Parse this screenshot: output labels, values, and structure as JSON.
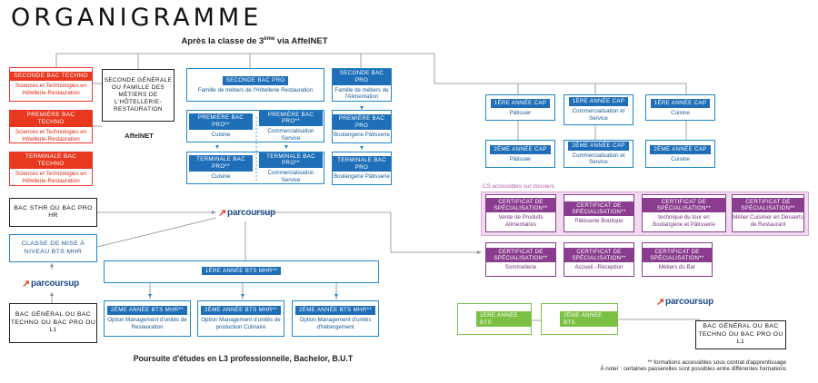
{
  "title": "ORGANIGRAMME",
  "top_heading": "Après la classe de 3ème via AffelNET",
  "bottom_heading": "Poursuite d'études en L3 professionnelle, Bachelor, B.U.T",
  "affelnet_label": "AffelNET",
  "parcoursup_label": "parcoursup",
  "general_box": "SECONDE GÉNÉRALE OU FAMILLE DES MÉTIERS DE L'HÔTELLERIE-RESTAURATION",
  "red_boxes": [
    {
      "label": "SECONDE BAC TECHNO",
      "sub": "Sciences et Technologies en Hôtellerie-Restauration"
    },
    {
      "label": "PREMIÈRE BAC TECHNO",
      "sub": "Sciences et Technologies en Hôtellerie-Restauration"
    },
    {
      "label": "TERMINALE BAC TECHNO",
      "sub": "Sciences et Technologies en Hôtellerie-Restauration"
    }
  ],
  "bac_pro_hr": {
    "label": "SECONDE BAC PRO",
    "sub": "Famille de métiers de l'Hôtellerie Restauration"
  },
  "bac_pro_alim": {
    "label": "SECONDE BAC PRO",
    "sub": "Famille de métiers de l'Alimentation"
  },
  "premiere_pro": [
    {
      "label": "PREMIÈRE BAC PRO**",
      "sub": "Cuisine"
    },
    {
      "label": "PREMIÈRE BAC PRO**",
      "sub": "Commercialisation Service"
    },
    {
      "label": "PREMIÈRE BAC PRO",
      "sub": "Boulangerie Pâtisserie"
    }
  ],
  "terminale_pro": [
    {
      "label": "TERMINALE BAC PRO**",
      "sub": "Cuisine"
    },
    {
      "label": "TERMINALE BAC PRO**",
      "sub": "Commercialisation Service"
    },
    {
      "label": "TERMINALE BAC PRO",
      "sub": "Boulangerie Pâtisserie"
    }
  ],
  "cap1": [
    {
      "label": "1ÈRE ANNÉE CAP",
      "sub": "Pâtissier"
    },
    {
      "label": "1ÈRE ANNÉE CAP",
      "sub": "Commercialisation et Service"
    },
    {
      "label": "1ÈRE ANNÉE CAP",
      "sub": "Cuisine"
    }
  ],
  "cap2": [
    {
      "label": "2ÈME ANNÉE CAP",
      "sub": "Pâtissier"
    },
    {
      "label": "2ÈME ANNÉE CAP",
      "sub": "Commercialisation et Service"
    },
    {
      "label": "2ÈME ANNÉE CAP",
      "sub": "Cuisine"
    }
  ],
  "cs_title": "CS accessibles sur dossiers",
  "cs_label": "CERTIFICAT DE SPÉCIALISATION**",
  "cs_row1": [
    "Vente de Produits Alimentaires",
    "Pâtisserie Boutique",
    "technique du tour en Boulangerie et Pâtisserie",
    "Métier Cuisinier en Desserts de Restaurant"
  ],
  "cs_row2": [
    "Sommellerie",
    "Accueil –Réception",
    "Métiers du Bar"
  ],
  "bac_sthr": "BAC STHR OU BAC PRO HR",
  "mise_niveau": "CLASSE DE MISE À NIVEAU BTS MHR",
  "bac_general_left": "BAC GÉNÉRAL OU BAC TECHNO OU BAC PRO OU L1",
  "bac_general_right": "BAC GÉNÉRAL OU BAC TECHNO OU BAC PRO OU L1",
  "bts1": "1ÈRE ANNÉE BTS MHR**",
  "bts2": [
    {
      "label": "2ÈME ANNÉE BTS MHR**",
      "sub": "Option Management d'unités de Restauration"
    },
    {
      "label": "2ÈME ANNÉE BTS MHR**",
      "sub": "Option Management d'unités de production Culinaire"
    },
    {
      "label": "2ÈME ANNÉE BTS MHR**",
      "sub": "Option Management d'unités d'hébergement"
    }
  ],
  "green_bts": [
    "1ÈRE ANNÉE BTS",
    "2ÈME ANNÉE BTS"
  ],
  "notes": [
    "** formations accessibles sous contrat d'apprentissage",
    "À noter : certaines passerelles sont possibles entre différentes formations"
  ]
}
